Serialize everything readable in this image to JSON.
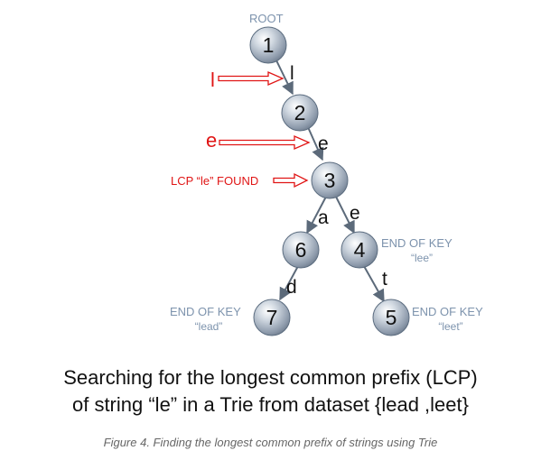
{
  "diagram": {
    "root_label": "ROOT",
    "nodes": [
      {
        "id": "n1",
        "label": "1"
      },
      {
        "id": "n2",
        "label": "2"
      },
      {
        "id": "n3",
        "label": "3"
      },
      {
        "id": "n6",
        "label": "6"
      },
      {
        "id": "n4",
        "label": "4"
      },
      {
        "id": "n7",
        "label": "7"
      },
      {
        "id": "n5",
        "label": "5"
      }
    ],
    "edges": [
      {
        "from": "1",
        "to": "2",
        "label": "l"
      },
      {
        "from": "2",
        "to": "3",
        "label": "e"
      },
      {
        "from": "3",
        "to": "6",
        "label": "a"
      },
      {
        "from": "3",
        "to": "4",
        "label": "e"
      },
      {
        "from": "6",
        "to": "7",
        "label": "d"
      },
      {
        "from": "4",
        "to": "5",
        "label": "t"
      }
    ],
    "search_pointers": [
      {
        "label": "l"
      },
      {
        "label": "e"
      },
      {
        "label": "LCP “le” FOUND"
      }
    ],
    "end_of_key": [
      {
        "node": "4",
        "title": "END OF KEY",
        "key": "“lee”"
      },
      {
        "node": "7",
        "title": "END OF KEY",
        "key": "“lead”"
      },
      {
        "node": "5",
        "title": "END OF KEY",
        "key": "“leet”"
      }
    ]
  },
  "caption": {
    "line1": "Searching for the longest common prefix (LCP)",
    "line2": "of string “le” in a Trie from dataset {lead ,leet}"
  },
  "figure_caption": "Figure 4. Finding the longest common prefix of strings using Trie",
  "colors": {
    "node_fill": "#a9b4c1",
    "node_stroke": "#5c6d80",
    "edge": "#5c6a7a",
    "pointer_red": "#e01515",
    "annotation_blue": "#7d93ad"
  }
}
